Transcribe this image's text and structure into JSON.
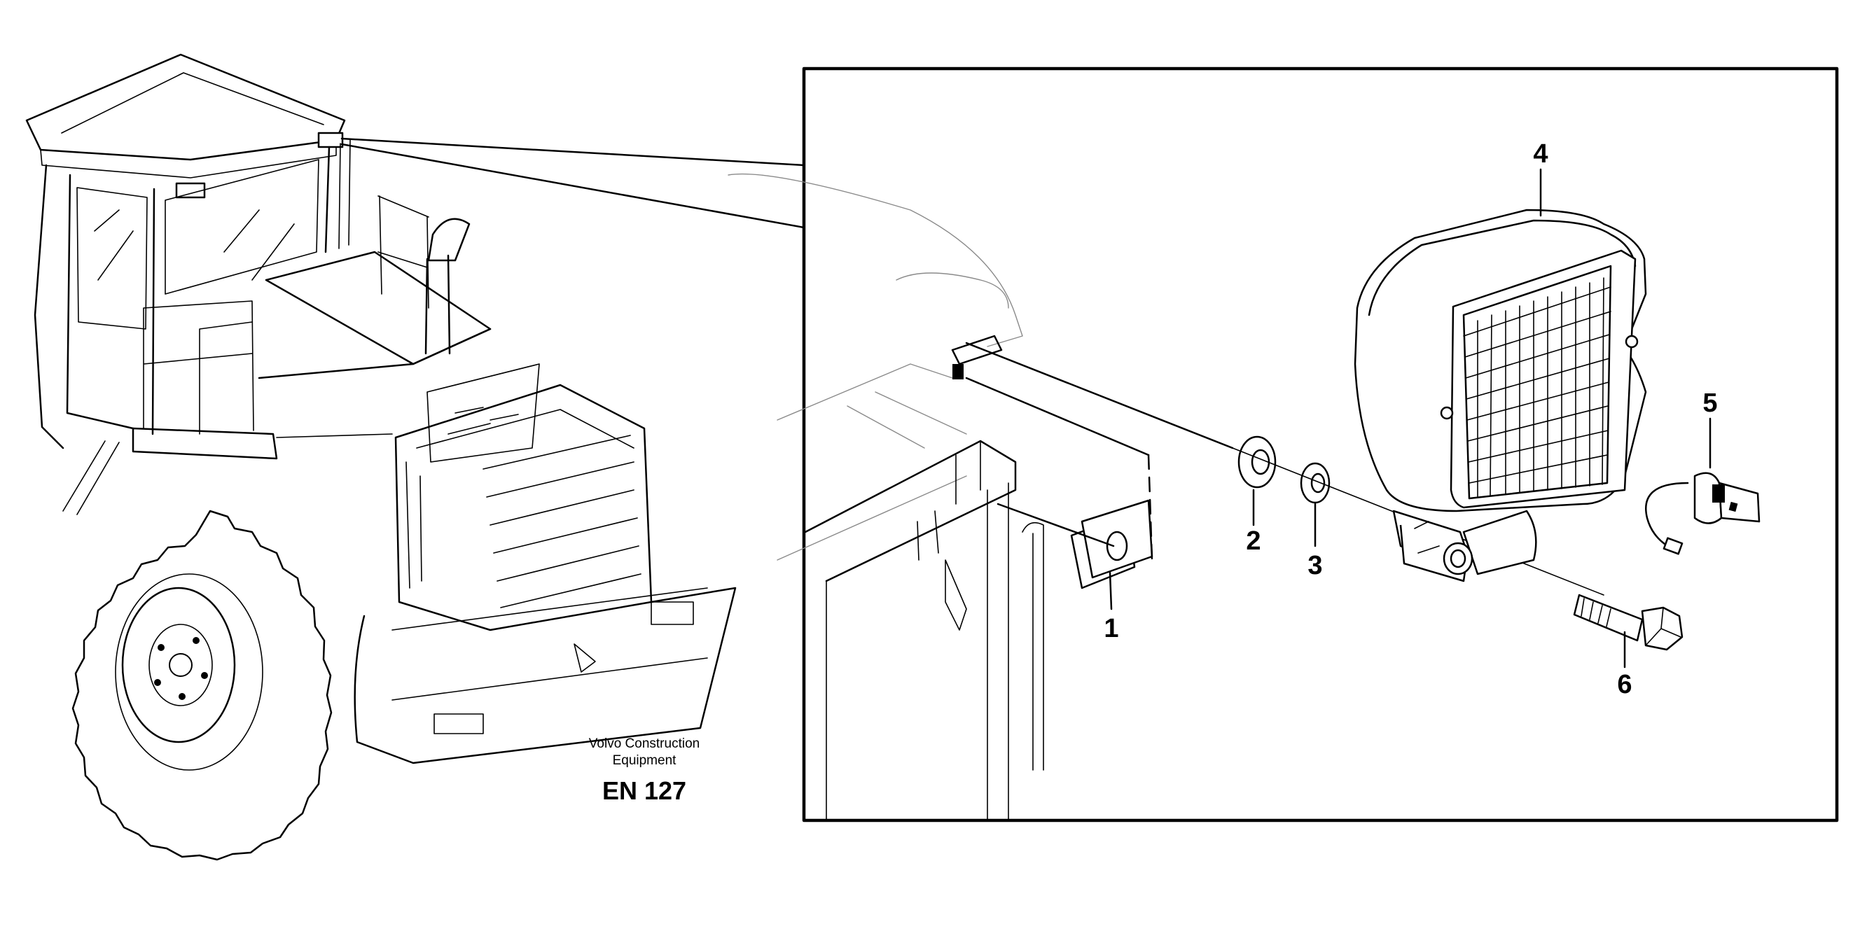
{
  "publisher": {
    "line1": "Volvo Construction",
    "line2": "Equipment",
    "drawing_code": "EN 127"
  },
  "callouts": [
    {
      "id": "1",
      "text": "1"
    },
    {
      "id": "2",
      "text": "2"
    },
    {
      "id": "3",
      "text": "3"
    },
    {
      "id": "4",
      "text": "4"
    },
    {
      "id": "5",
      "text": "5"
    },
    {
      "id": "6",
      "text": "6"
    }
  ]
}
